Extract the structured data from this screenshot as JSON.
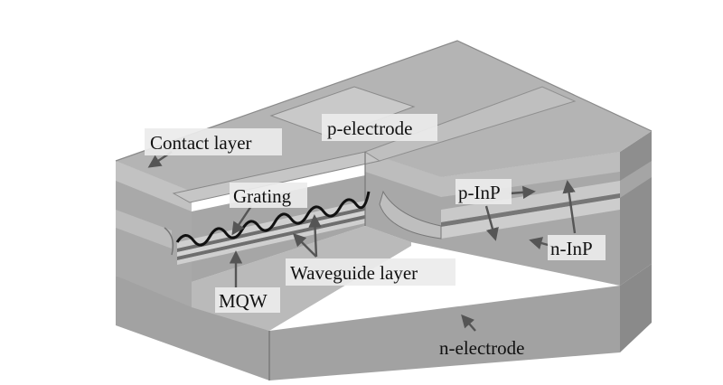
{
  "labels": {
    "contact_layer": "Contact layer",
    "p_electrode": "p-electrode",
    "grating": "Grating",
    "p_inp": "p-InP",
    "n_inp": "n-InP",
    "waveguide_layer": "Waveguide layer",
    "mqw": "MQW",
    "n_electrode": "n-electrode"
  },
  "colors": {
    "top_surface": "#b4b4b4",
    "top_surface_light": "#c8c8c8",
    "front_face": "#a8a8a8",
    "side_face": "#8e8e8e",
    "cavity_floor": "#bdbdbd",
    "layer_light": "#cfcfcf",
    "layer_dark": "#6e6e6e",
    "grating_line": "#111111",
    "arrow": "#555555",
    "label_bg": "#ececec"
  }
}
